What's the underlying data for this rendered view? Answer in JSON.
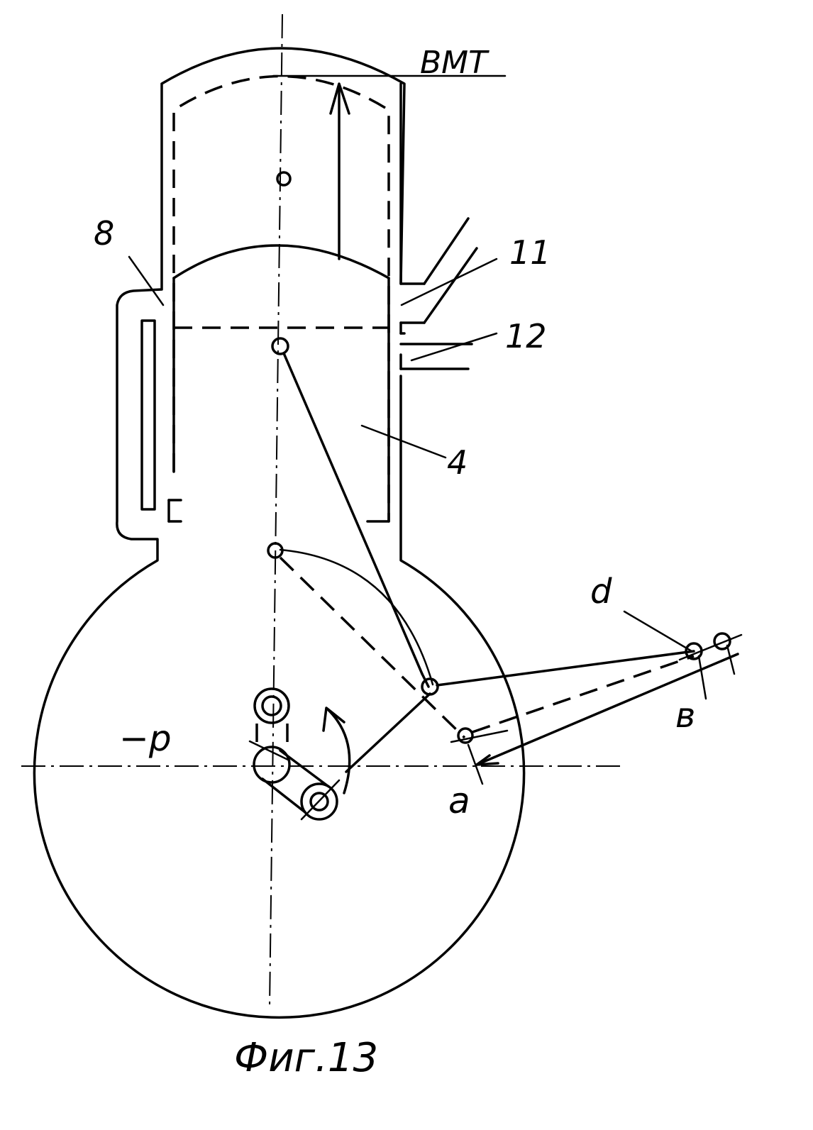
{
  "labels": {
    "tdc": "ВМТ",
    "part_8": "8",
    "part_11": "11",
    "part_12": "12",
    "part_4": "4",
    "point_d": "d",
    "point_v": "в",
    "point_a": "a",
    "minus_p": "−p"
  },
  "caption": "Фиг.13"
}
